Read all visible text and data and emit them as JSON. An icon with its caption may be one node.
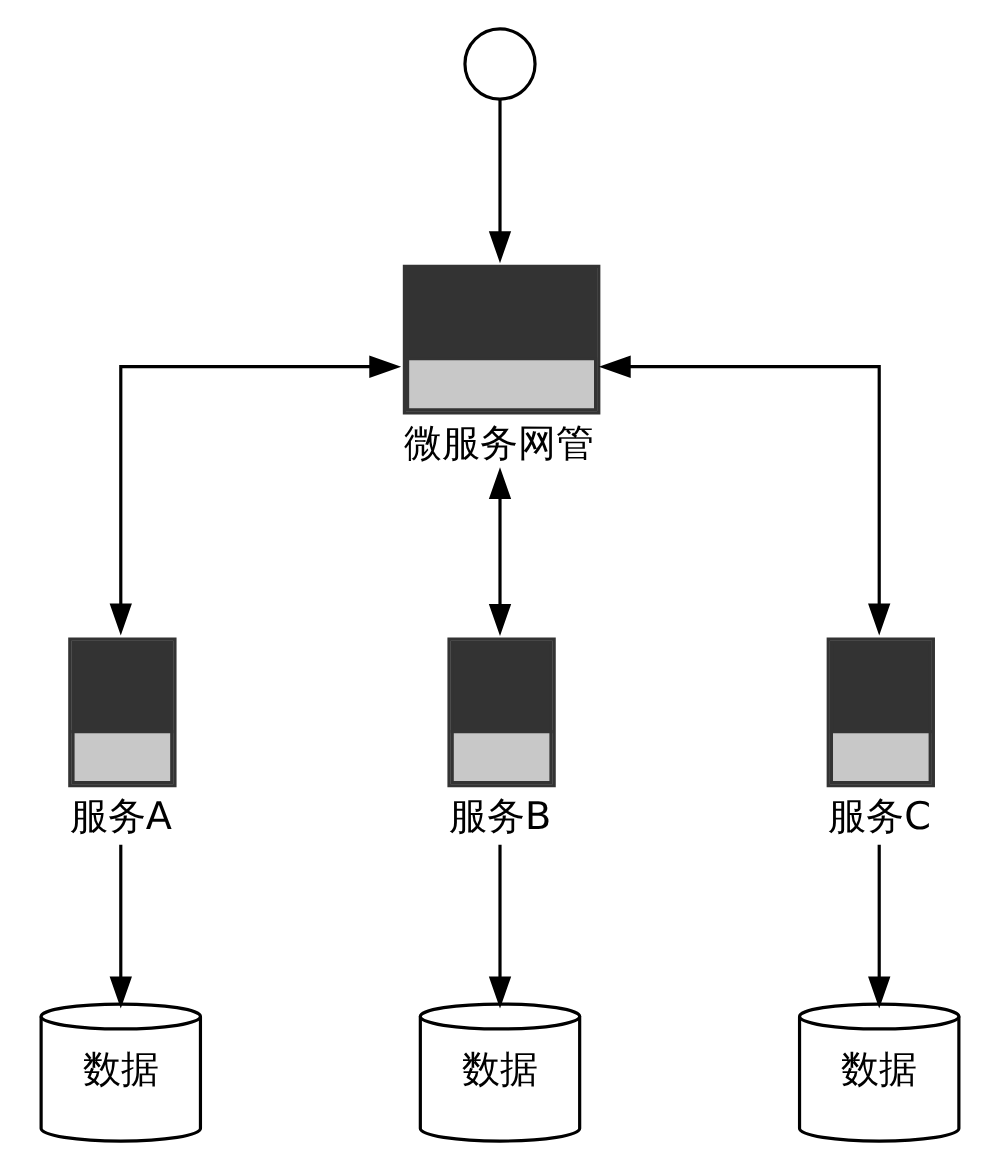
{
  "diagram": {
    "nodes": [
      {
        "text": [],
        "shape": "person"
      },
      {
        "text": [
          "微服务网管"
        ]
      },
      {
        "text": [
          "服务A"
        ]
      },
      {
        "text": [
          "服务B"
        ]
      },
      {
        "text": [
          "服务C"
        ]
      },
      {
        "text": [
          "数据"
        ]
      },
      {
        "text": [
          "数据"
        ]
      },
      {
        "text": [
          "数据"
        ]
      }
    ],
    "edges": [
      {
        "from": 0,
        "to": 1,
        "arrow": "to"
      },
      {
        "from": 1,
        "to": 2,
        "arrow": "both"
      },
      {
        "from": 1,
        "to": 3,
        "arrow": "both"
      },
      {
        "from": 1,
        "to": 4,
        "arrow": "both"
      },
      {
        "from": 2,
        "to": 5,
        "arrow": "to"
      },
      {
        "from": 3,
        "to": 6,
        "arrow": "to"
      },
      {
        "from": 4,
        "to": 7,
        "arrow": "to"
      }
    ]
  }
}
